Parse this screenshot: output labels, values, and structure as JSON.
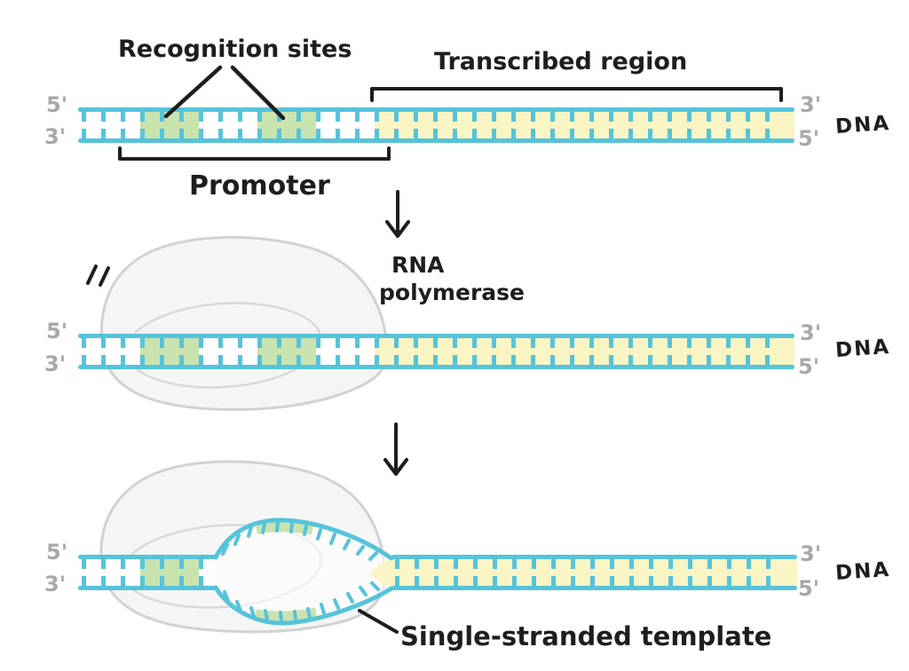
{
  "labels": {
    "recognition_sites": "Recognition sites",
    "transcribed_region": "Transcribed region",
    "promoter": "Promoter",
    "rna_line1": "RNA",
    "rna_line2": "polymerase",
    "single_stranded_template": "Single-stranded template",
    "dna": "DNA",
    "five_prime": "5'",
    "three_prime": "3'"
  },
  "palette": {
    "dna": "#56c3da",
    "yellow": "#faf5c4",
    "green": "#c9e3af",
    "blob_fill": "#f5f5f5",
    "blob_stroke": "#d2d2d2",
    "ink": "#1e1e1e",
    "muted": "#a8a8a8"
  }
}
